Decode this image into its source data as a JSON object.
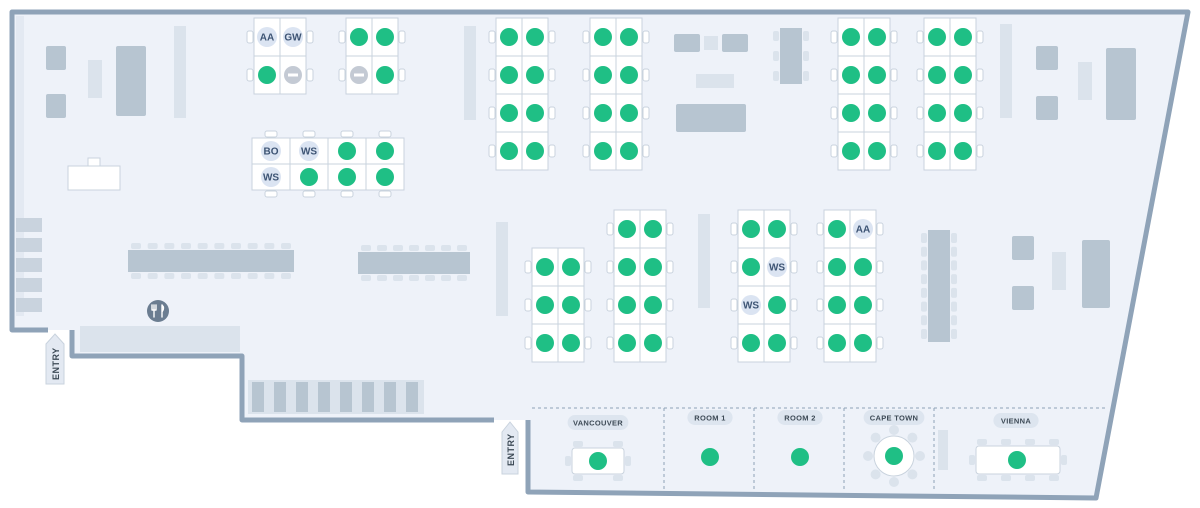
{
  "colors": {
    "floor": "#eef2f9",
    "wall": "#8fa3b8",
    "available": "#1fbf85",
    "blocked": "#c4cad4",
    "furniture": "#b7c5d1",
    "desk": "#ffffff",
    "occupant_badge": "#dbe4f2"
  },
  "entrances": [
    {
      "label": "ENTRY",
      "icon": "arrow-up-icon"
    },
    {
      "label": "ENTRY",
      "icon": "arrow-up-icon"
    }
  ],
  "amenities": {
    "dining_icon": "fork-knife-icon"
  },
  "meeting_rooms": [
    {
      "name": "VANCOUVER",
      "status": "available"
    },
    {
      "name": "ROOM 1",
      "status": "available"
    },
    {
      "name": "ROOM 2",
      "status": "available"
    },
    {
      "name": "CAPE TOWN",
      "status": "available"
    },
    {
      "name": "VIENNA",
      "status": "available"
    }
  ],
  "desk_groups": [
    {
      "id": "g1",
      "desks": [
        "AA",
        "GW",
        "available",
        "blocked"
      ]
    },
    {
      "id": "g2",
      "desks": [
        "available",
        "available",
        "blocked",
        "available"
      ]
    },
    {
      "id": "g3",
      "desks": [
        "BO",
        "WS",
        "available",
        "available",
        "WS",
        "available",
        "available",
        "available"
      ]
    },
    {
      "id": "g4",
      "desks": [
        "available",
        "available",
        "available",
        "available",
        "available",
        "available",
        "available",
        "available"
      ]
    },
    {
      "id": "g5",
      "desks": [
        "available",
        "available",
        "available",
        "available",
        "available",
        "available",
        "available",
        "available"
      ]
    },
    {
      "id": "g6",
      "desks": [
        "available",
        "available",
        "available",
        "available",
        "available",
        "available",
        "available",
        "available"
      ]
    },
    {
      "id": "g7",
      "desks": [
        "available",
        "available",
        "available",
        "available",
        "available",
        "available",
        "available",
        "available"
      ]
    },
    {
      "id": "g8",
      "desks": [
        "available",
        "available",
        "available",
        "available",
        "available",
        "available"
      ]
    },
    {
      "id": "g9",
      "desks": [
        "available",
        "available",
        "available",
        "available",
        "available",
        "available",
        "available",
        "available"
      ]
    },
    {
      "id": "g10",
      "desks": [
        "available",
        "available",
        "available",
        "WS",
        "WS",
        "available",
        "available",
        "available"
      ]
    },
    {
      "id": "g11",
      "desks": [
        "available",
        "AA",
        "available",
        "available",
        "available",
        "available",
        "available",
        "available"
      ]
    }
  ]
}
